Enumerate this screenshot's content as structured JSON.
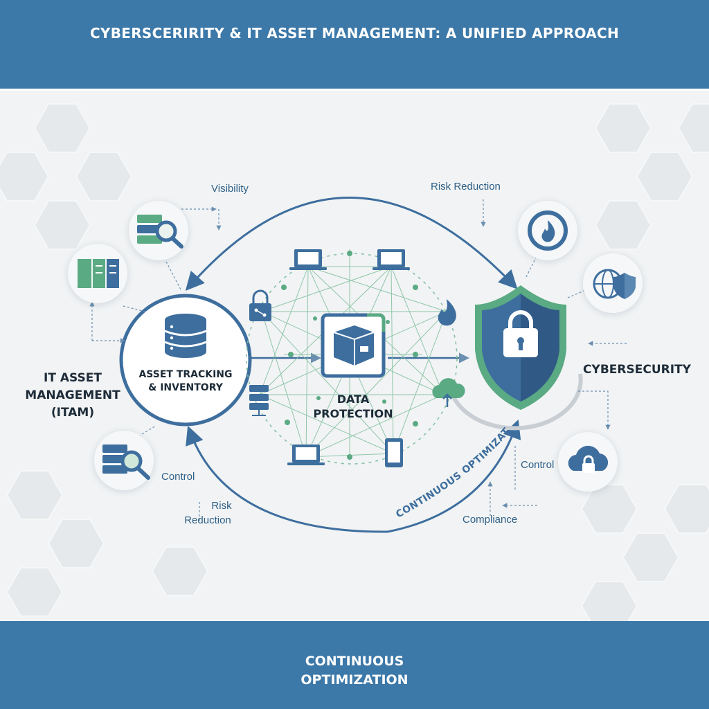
{
  "header": {
    "title": "CYBERSCERIRITY & IT ASSET MANAGEMENT: A UNIFIED APPROACH"
  },
  "footer": {
    "line1": "CONTINUOUS",
    "line2": "OPTIMIZATION"
  },
  "itam": {
    "title_line1": "IT ASSET",
    "title_line2": "MANAGEMENT",
    "title_line3": "(ITAM)",
    "hub_line1": "ASSET TRACKING",
    "hub_line2": "& INVENTORY"
  },
  "center": {
    "line1": "DATA",
    "line2": "PROTECTION"
  },
  "cyber": {
    "title": "CYBERSECURITY"
  },
  "flows": {
    "visibility": "Visibility",
    "risk_reduction_top": "Risk Reduction",
    "control_left": "Control",
    "risk_left_line1": "Risk",
    "risk_left_line2": "Reduction",
    "control_right": "Control",
    "compliance": "Compliance",
    "continuous_optimization_arc": "CONTINUOUS OPTIMIZATION"
  },
  "colors": {
    "banner": "#3c78a8",
    "primary_blue": "#3d6e9e",
    "accent_green": "#5aaa83",
    "background": "#f1f3f4"
  },
  "icons": [
    "server-search-icon",
    "server-rack-icon",
    "database-icon",
    "lock-network-icon",
    "server-stack-icon",
    "laptop-icon",
    "tablet-icon",
    "box-icon",
    "fire-icon",
    "cloud-upload-icon",
    "fire-shield-icon",
    "globe-shield-icon",
    "shield-lock-icon",
    "cloud-lock-icon"
  ]
}
